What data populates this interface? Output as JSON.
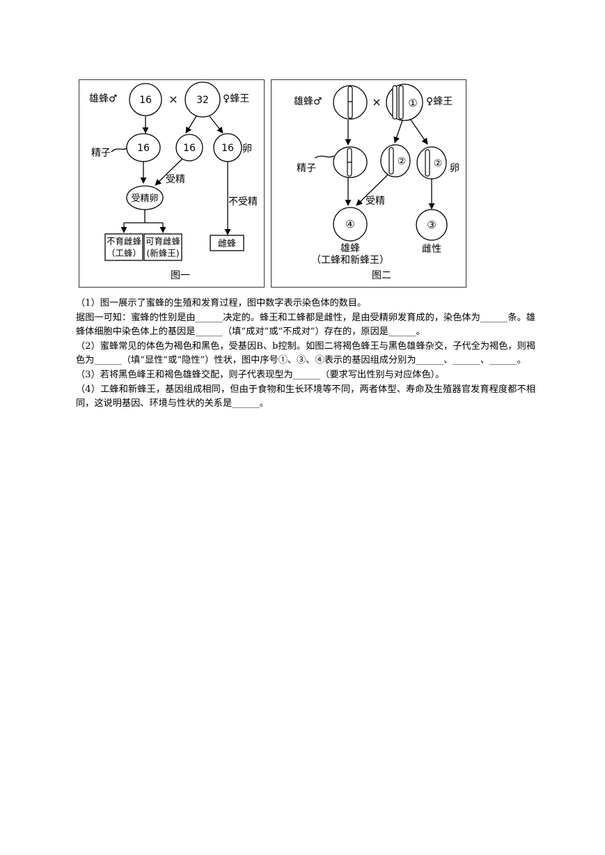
{
  "figure1": {
    "male_label": "雄蜂♂",
    "times_sign": "×",
    "queen_label": "♀蜂王",
    "male_count": "16",
    "queen_count": "32",
    "sperm_label": "精子",
    "sperm_count": "16",
    "egg_a_count": "16",
    "egg_b_count": "16",
    "egg_label": "卵",
    "fertilize_label": "受精",
    "zygote_label": "受精卵",
    "unfertilized_label": "不受精",
    "sterile_female_line1": "不育雌蜂",
    "sterile_female_line2": "（工蜂）",
    "fertile_female_line1": "可育雌蜂",
    "fertile_female_line2": "(新蜂王)",
    "male_offspring": "雌蜂",
    "caption": "图一"
  },
  "figure2": {
    "male_label": "雄蜂♂",
    "times_sign": "×",
    "queen_label": "♀蜂王",
    "mark1": "①",
    "mark2a": "②",
    "mark2b": "②",
    "mark3": "③",
    "mark4": "④",
    "sperm_label": "精子",
    "egg_label": "卵",
    "fertilize_label": "受精",
    "female_offspring_line1": "雄蜂",
    "female_offspring_line2": "（工蜂和新蜂王）",
    "male_offspring": "雌性",
    "caption": "图二"
  },
  "questions": {
    "q1_line1": "（1）图一展示了蜜蜂的生殖和发育过程，图中数字表示染色体的数目。",
    "q1_line2": "据图一可知：蜜蜂的性别是由______决定的。蜂王和工蜂都是雌性，是由受精卵发育成的，染色体为______条。雄蜂体细胞中染色体上的基因是______（填“成对”或“不成对”）存在的，原因是______。",
    "q2": "（2）蜜蜂常见的体色为褐色和黑色，受基因B、b控制。如图二将褐色蜂王与黑色雄蜂杂交，子代全为褐色，则褐色为______（填“显性”或“隐性”）性状，图中序号①、③、④表示的基因组成分别为______、______、______。",
    "q3": "（3）若将黑色峰王和褐色雄蜂交配，则子代表现型为______（要求写出性别与对应体色）。",
    "q4": "（4）工蜂和新蜂王，基因组成相同，但由于食物和生长环境等不同，两者体型、寿命及生殖器官发育程度都不相同，这说明基因、环境与性状的关系是______。"
  }
}
